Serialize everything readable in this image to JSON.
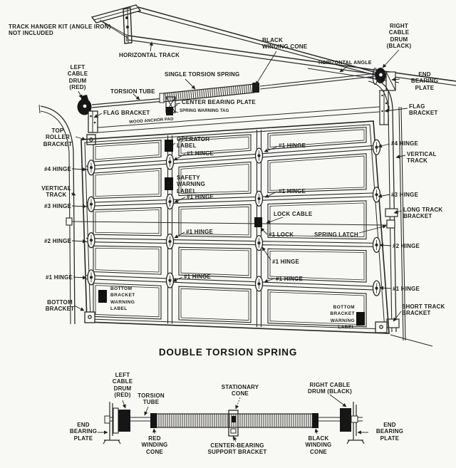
{
  "colors": {
    "ink": "#262626",
    "paper": "#f8f8f5",
    "label_fill": "#111111"
  },
  "title": "DOUBLE TORSION SPRING",
  "main": {
    "labels": {
      "track_hanger_kit": "TRACK HANGER KIT (ANGLE IRON)\nNOT INCLUDED",
      "horizontal_track": "HORIZONTAL TRACK",
      "left_cable_drum": "LEFT\nCABLE\nDRUM\n(RED)",
      "torsion_tube": "TORSION TUBE",
      "single_torsion_spring": "SINGLE TORSION SPRING",
      "black_winding_cone": "BLACK\nWINDING CONE",
      "horizontal_angle": "HORIZONTAL ANGLE",
      "right_cable_drum": "RIGHT\nCABLE\nDRUM\n(BLACK)",
      "end_bearing_plate": "END BEARING\nPLATE",
      "flag_bracket_right": "FLAG\nBRACKET",
      "flag_bracket_left": "FLAG BRACKET",
      "center_bearing_plate": "CENTER BEARING PLATE",
      "spring_warning_tag": "SPRING WARNING TAG",
      "wood_anchor_pad": "WOOD ANCHOR PAD",
      "top_roller_bracket": "TOP\nROLLER\nBRACKET",
      "hinge4_left": "#4 HINGE",
      "vertical_track_left": "VERTICAL\nTRACK",
      "hinge3_left": "#3 HINGE",
      "hinge2_left": "#2 HINGE",
      "hinge1_left": "#1 HINGE",
      "bottom_bracket": "BOTTOM\nBRACKET",
      "operator_label": "OPERATOR\nLABEL",
      "hinge1_a": "#1 HINGE",
      "safety_warning_label": "SAFETY\nWARNING\nLABEL",
      "hinge1_b": "#1 HINGE",
      "hinge1_c": "#1 HINGE",
      "hinge1_d": "#1 HINGE",
      "hinge1_e": "#1 HINGE",
      "hinge1_f": "#1 HINGE",
      "lock_cable": "LOCK CABLE",
      "lock1": "#1 LOCK",
      "spring_latch": "SPRING LATCH",
      "hinge1_g": "#1 HINGE",
      "hinge1_h": "#1 HINGE",
      "hinge4_right": "#4 HINGE",
      "vertical_track_right": "VERTICAL\nTRACK",
      "hinge3_right": "#3 HINGE",
      "long_track_bracket": "LONG TRACK\nBRACKET",
      "hinge2_right": "#2 HINGE",
      "hinge1_right": "#1 HINGE",
      "short_track_bracket": "SHORT TRACK\nBRACKET",
      "bottom_bracket_warning_left": "BOTTOM\nBRACKET\nWARNING\nLABEL",
      "bottom_bracket_warning_right": "BOTTOM\nBRACKET\nWARNING\nLABEL"
    }
  },
  "bottom": {
    "labels": {
      "left_cable_drum": "LEFT\nCABLE\nDRUM\n(RED)",
      "torsion_tube": "TORSION\nTUBE",
      "stationary_cone": "STATIONARY\nCONE",
      "right_cable_drum": "RIGHT CABLE\nDRUM (BLACK)",
      "end_bearing_plate_left": "END\nBEARING\nPLATE",
      "red_winding_cone": "RED\nWINDING\nCONE",
      "center_bearing_support": "CENTER-BEARING\nSUPPORT BRACKET",
      "black_winding_cone": "BLACK\nWINDING\nCONE",
      "end_bearing_plate_right": "END\nBEARING\nPLATE"
    }
  }
}
